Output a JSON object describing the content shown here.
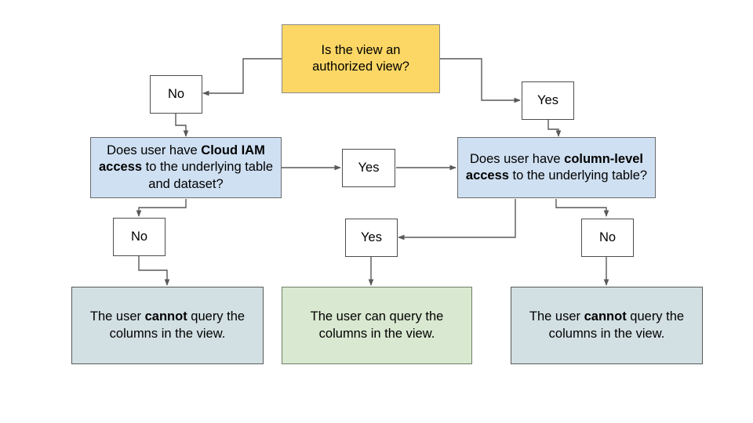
{
  "diagram": {
    "title": "Authorized view and column-level access decision flow",
    "background_color": "#ffffff",
    "colors": {
      "start_fill": "#fcd765",
      "decision_fill": "#cfe0f2",
      "label_fill": "#ffffff",
      "outcome_neutral_fill": "#d3e0e3",
      "outcome_positive_fill": "#d9e8d0",
      "edge_stroke": "#595959",
      "text": "#000000"
    },
    "nodes": {
      "start_question": {
        "line1": "Is the view an",
        "line2": "authorized view?"
      },
      "no_top": {
        "label": "No"
      },
      "yes_top": {
        "label": "Yes"
      },
      "iam_question": {
        "part1": "Does user have ",
        "bold1": "Cloud IAM",
        "part2": " ",
        "bold2": "access",
        "part3": " to the underlying table and dataset?"
      },
      "yes_middle": {
        "label": "Yes"
      },
      "column_question": {
        "part1": "Does user have ",
        "bold1": "column-level access",
        "part2": " to the underlying table?"
      },
      "no_left": {
        "label": "No"
      },
      "yes_bottom": {
        "label": "Yes"
      },
      "no_right": {
        "label": "No"
      },
      "outcome_left": {
        "part1": "The user ",
        "bold1": "cannot",
        "part2": " query the columns in the view."
      },
      "outcome_middle": {
        "text": "The user can query the columns in the view."
      },
      "outcome_right": {
        "part1": "The user ",
        "bold1": "cannot",
        "part2": " query the columns in the view."
      }
    },
    "edges": [
      {
        "from": "start_question",
        "to": "no_top"
      },
      {
        "from": "start_question",
        "to": "yes_top"
      },
      {
        "from": "no_top",
        "to": "iam_question"
      },
      {
        "from": "yes_top",
        "to": "column_question"
      },
      {
        "from": "iam_question",
        "to": "yes_middle"
      },
      {
        "from": "yes_middle",
        "to": "column_question"
      },
      {
        "from": "iam_question",
        "to": "no_left"
      },
      {
        "from": "no_left",
        "to": "outcome_left"
      },
      {
        "from": "column_question",
        "to": "yes_bottom"
      },
      {
        "from": "yes_bottom",
        "to": "outcome_middle"
      },
      {
        "from": "column_question",
        "to": "no_right"
      },
      {
        "from": "no_right",
        "to": "outcome_right"
      }
    ]
  }
}
